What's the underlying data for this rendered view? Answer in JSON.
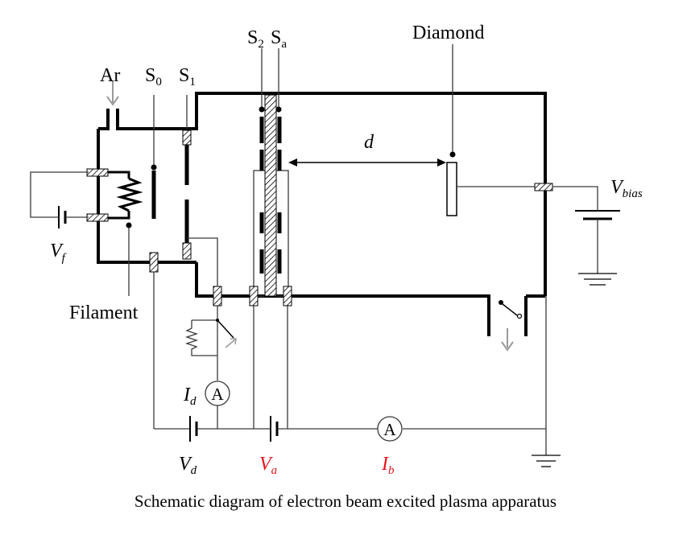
{
  "labels": {
    "ar": "Ar",
    "s0_main": "S",
    "s0_sub": "0",
    "s1_main": "S",
    "s1_sub": "1",
    "s2_main": "S",
    "s2_sub": "2",
    "sa_main": "S",
    "sa_sub": "a",
    "diamond": "Diamond",
    "d": "d",
    "vbias_main": "V",
    "vbias_sub": "bias",
    "vf_main": "V",
    "vf_sub": "f",
    "filament": "Filament",
    "id_main": "I",
    "id_sub": "d",
    "ammeter_d": "A",
    "ammeter_b": "A",
    "vd_main": "V",
    "vd_sub": "d",
    "va_main": "V",
    "va_sub": "a",
    "ib_main": "I",
    "ib_sub": "b"
  },
  "caption": "Schematic diagram of electron beam excited plasma apparatus",
  "colors": {
    "line": "#000000",
    "wire": "#3a3a3a",
    "accent_red": "#e8141c",
    "arrow_gray": "#9a9a9a",
    "background": "#ffffff"
  }
}
